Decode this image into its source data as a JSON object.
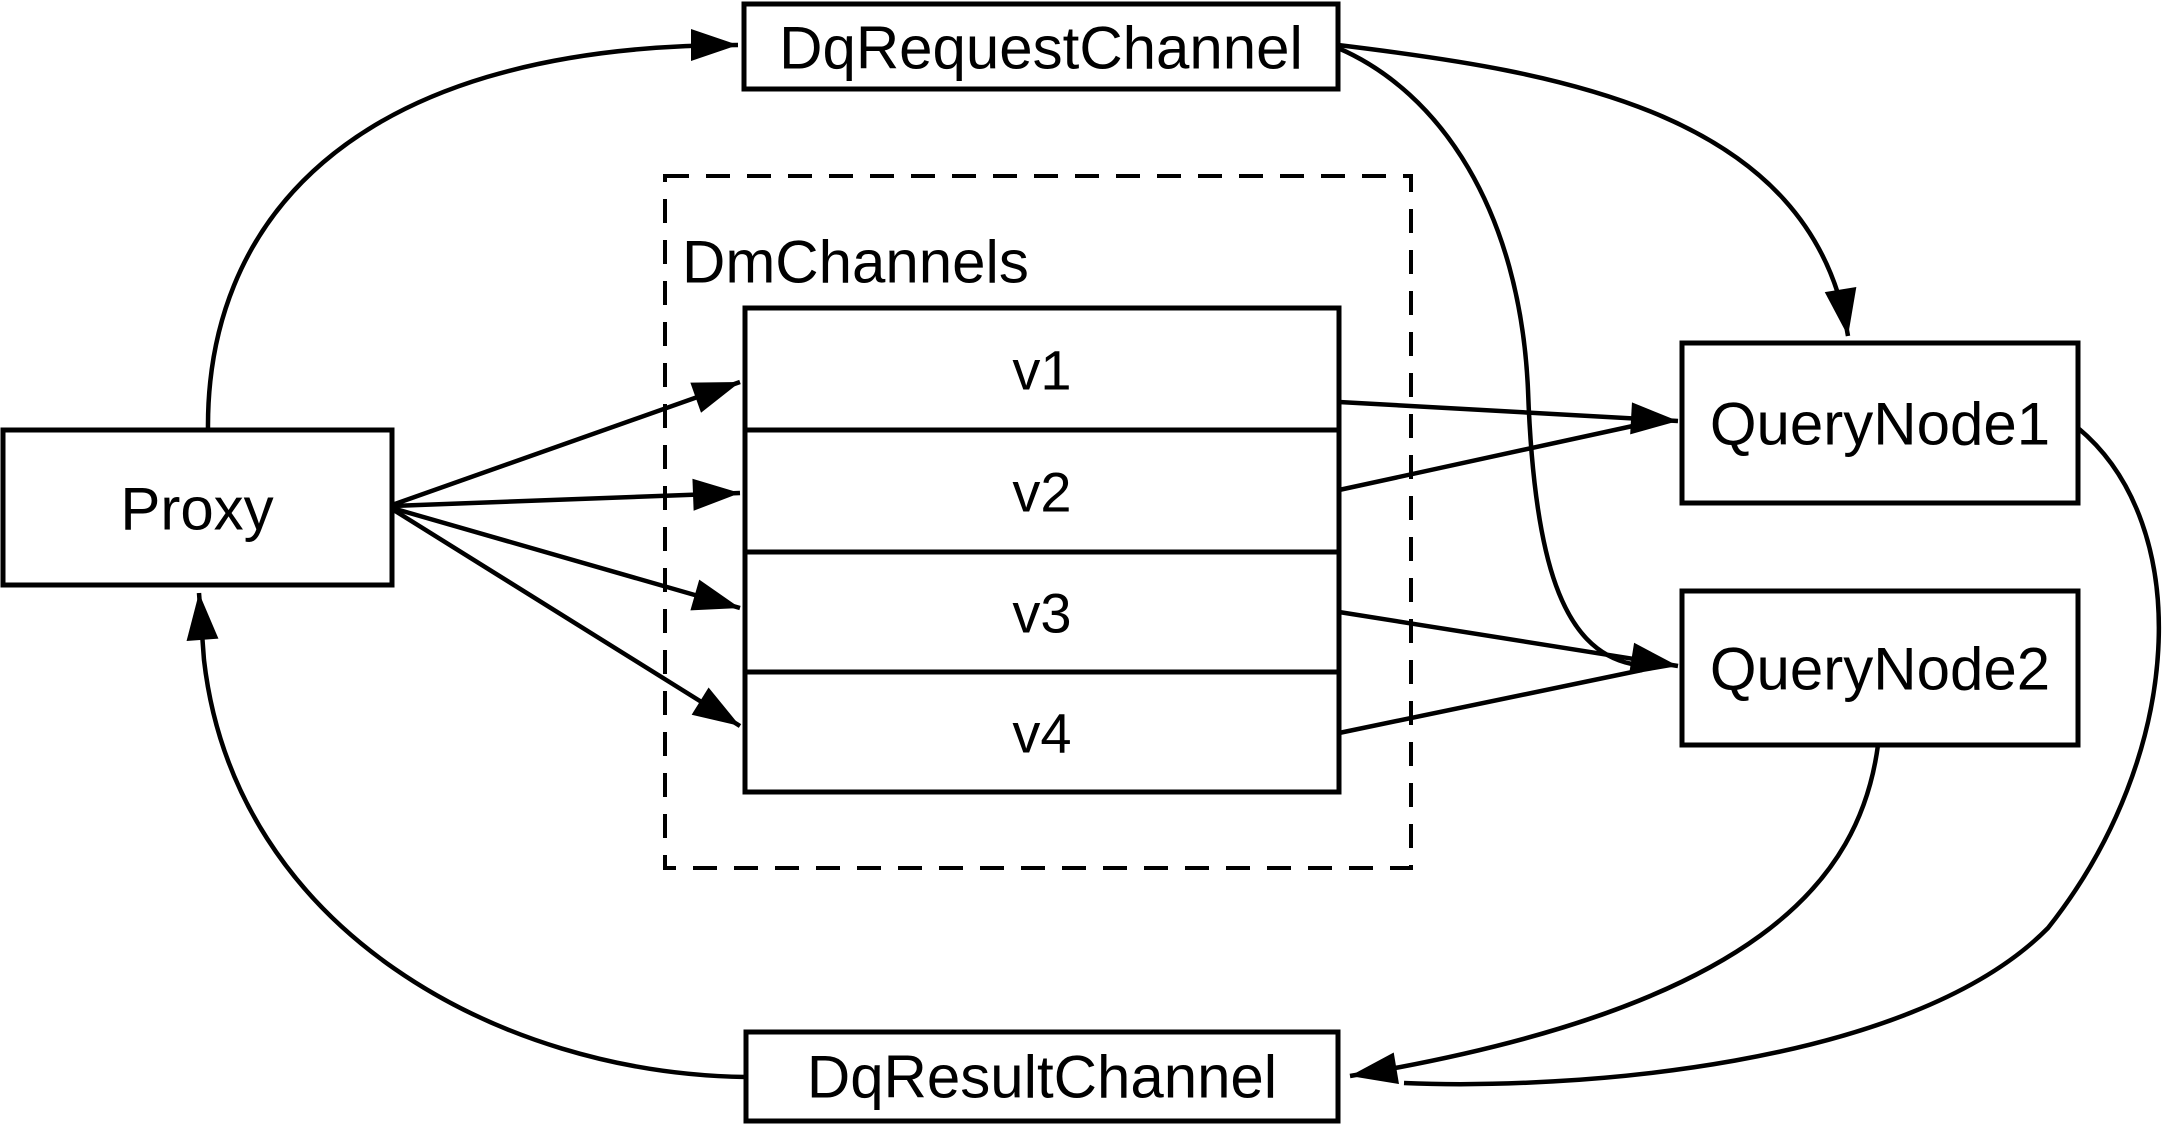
{
  "diagram": {
    "background_color": "#ffffff",
    "stroke_color": "#000000",
    "nodes": {
      "proxy": {
        "label": "Proxy"
      },
      "request_channel": {
        "label": "DqRequestChannel"
      },
      "dm_channels_group": {
        "label": "DmChannels"
      },
      "channels": [
        {
          "label": "v1"
        },
        {
          "label": "v2"
        },
        {
          "label": "v3"
        },
        {
          "label": "v4"
        }
      ],
      "query_node1": {
        "label": "QueryNode1"
      },
      "query_node2": {
        "label": "QueryNode2"
      },
      "result_channel": {
        "label": "DqResultChannel"
      }
    },
    "edges": [
      {
        "from": "Proxy",
        "to": "DqRequestChannel"
      },
      {
        "from": "DqRequestChannel",
        "to": "QueryNode1"
      },
      {
        "from": "DqRequestChannel",
        "to": "QueryNode2"
      },
      {
        "from": "Proxy",
        "to": "v1"
      },
      {
        "from": "Proxy",
        "to": "v2"
      },
      {
        "from": "Proxy",
        "to": "v3"
      },
      {
        "from": "Proxy",
        "to": "v4"
      },
      {
        "from": "v1",
        "to": "QueryNode1"
      },
      {
        "from": "v2",
        "to": "QueryNode1"
      },
      {
        "from": "v3",
        "to": "QueryNode2"
      },
      {
        "from": "v4",
        "to": "QueryNode2"
      },
      {
        "from": "QueryNode1",
        "to": "DqResultChannel"
      },
      {
        "from": "QueryNode2",
        "to": "DqResultChannel"
      },
      {
        "from": "DqResultChannel",
        "to": "Proxy"
      }
    ]
  }
}
